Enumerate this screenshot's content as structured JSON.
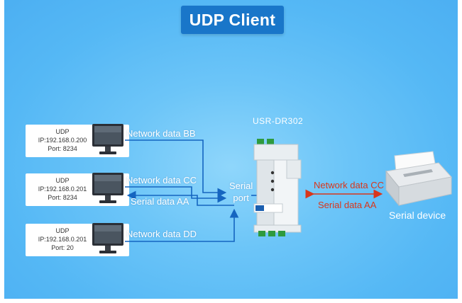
{
  "title": "UDP Client",
  "clients": [
    {
      "protocol": "UDP",
      "ip": "IP:192.168.0.200",
      "port": "Port: 8234",
      "network_label": "Network data BB",
      "serial_label": ""
    },
    {
      "protocol": "UDP",
      "ip": "IP:192.168.0.201",
      "port": "Port: 8234",
      "network_label": "Network data CC",
      "serial_label": "Serial data AA"
    },
    {
      "protocol": "UDP",
      "ip": "IP:192.168.0.201",
      "port": "Port: 20",
      "network_label": "Network data DD",
      "serial_label": ""
    }
  ],
  "serial_port": {
    "line1": "Serial",
    "line2": "port"
  },
  "device": {
    "name": "USR-DR302"
  },
  "serial_link": {
    "out_label": "Network data CC",
    "in_label": "Serial data AA"
  },
  "serial_device": {
    "label": "Serial device"
  },
  "colors": {
    "background": "#5bbcf6",
    "title_badge": "#1976c9",
    "network_line": "#1565c0",
    "serial_link": "#d9361b",
    "label_text": "#ffffff"
  },
  "icons": [
    "monitor-icon",
    "din-rail-device",
    "receipt-printer-icon",
    "arrow-right",
    "arrow-left",
    "double-arrow"
  ]
}
